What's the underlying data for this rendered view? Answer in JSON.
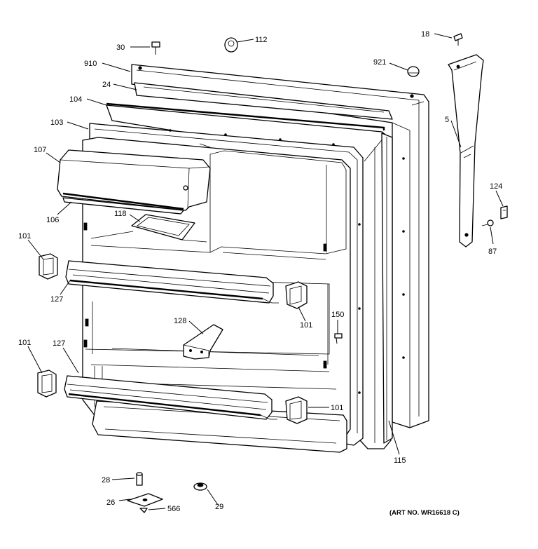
{
  "labels": {
    "p30": "30",
    "p112": "112",
    "p18": "18",
    "p910": "910",
    "p921": "921",
    "p24": "24",
    "p104": "104",
    "p103": "103",
    "p5": "5",
    "p107": "107",
    "p124": "124",
    "p118": "118",
    "p106": "106",
    "p87": "87",
    "p101a": "101",
    "p127a": "127",
    "p101b": "101",
    "p150": "150",
    "p128": "128",
    "p101c": "101",
    "p127b": "127",
    "p101d": "101",
    "p115": "115",
    "p28": "28",
    "p26": "26",
    "p566": "566",
    "p29": "29"
  },
  "art_number": "(ART NO. WR16618 C)"
}
